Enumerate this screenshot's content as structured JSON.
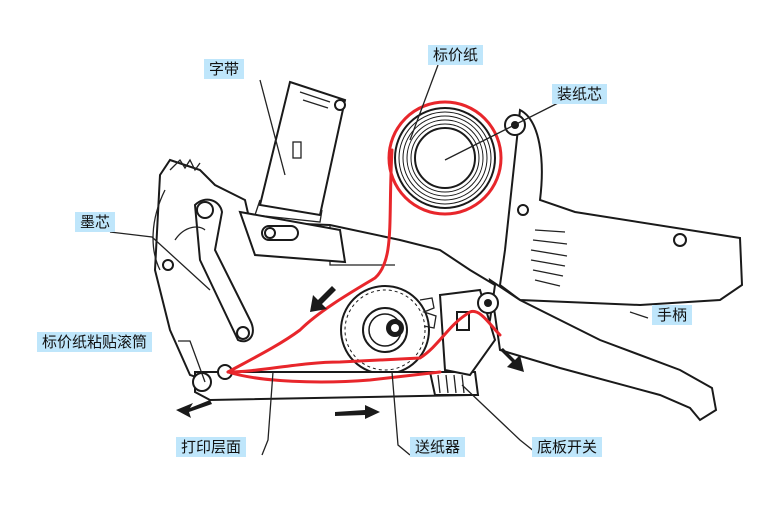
{
  "labels": {
    "ribbon": "字带",
    "label_paper": "标价纸",
    "core": "装纸芯",
    "ink_core": "墨芯",
    "roller": "标价纸粘贴滚筒",
    "handle": "手柄",
    "print_surface": "打印层面",
    "feeder": "送纸器",
    "bottom_switch": "底板开关"
  },
  "colors": {
    "label_bg": "#bfe6fb",
    "paper_path": "#e8262b",
    "line": "#1a1a1a"
  }
}
